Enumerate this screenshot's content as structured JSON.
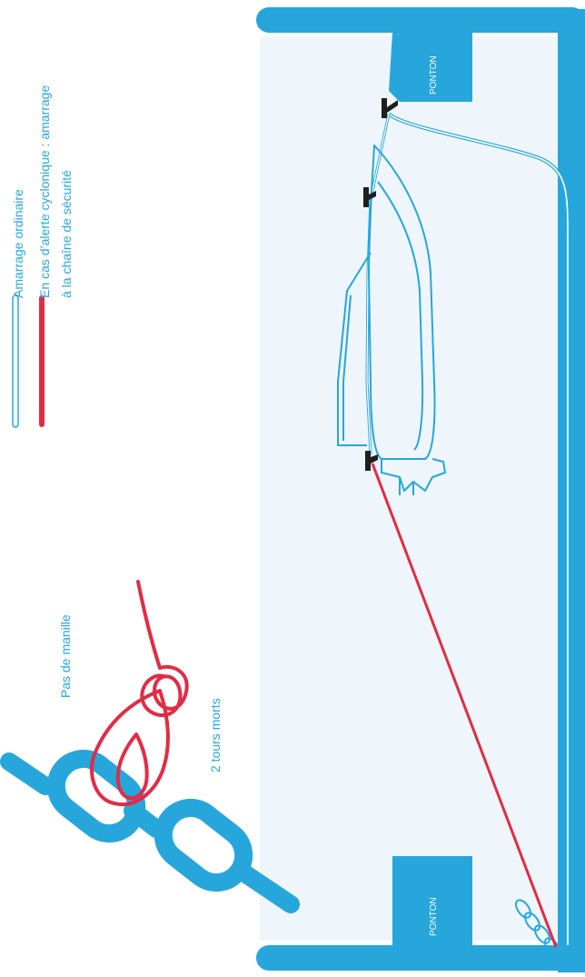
{
  "legend": {
    "ordinary_label": "Amarrage ordinaire",
    "cyclone_label_line1": "En cas d’alerte cyclonique : amarrage",
    "cyclone_label_line2": "à la chaîne de sécurité"
  },
  "pontoon_top_label": "PONTON",
  "pontoon_bottom_label": "PONTON",
  "knot": {
    "shackle_label": "Pas de manille",
    "turns_label": "2 tours morts"
  },
  "colors": {
    "blue": "#27a6dc",
    "red": "#e32b45",
    "water": "#eef6fb",
    "black": "#1f1f1f"
  }
}
